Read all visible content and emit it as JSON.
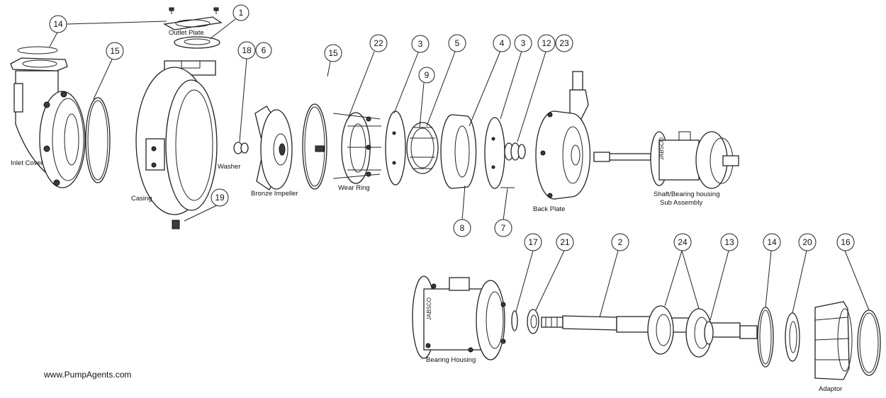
{
  "diagram": {
    "watermark": "www.PumpAgents.com",
    "labels": {
      "outlet_plate": "Outlet Plate",
      "inlet_cover": "Inlet Cover",
      "casing": "Casing",
      "washer": "Washer",
      "bronze_impeller": "Bronze Impeller",
      "wear_ring": "Wear Ring",
      "back_plate": "Back Plate",
      "shaft_housing_line1": "Shaft/Bearing housing",
      "shaft_housing_line2": "Sub Assembly",
      "bearing_housing": "Bearing Housing",
      "adaptor": "Adaptor",
      "brand": "JABSCO"
    },
    "callouts": {
      "c14a": "14",
      "c1": "1",
      "c15a": "15",
      "c18": "18",
      "c6": "6",
      "c15b": "15",
      "c22": "22",
      "c3a": "3",
      "c5": "5",
      "c9": "9",
      "c4": "4",
      "c3b": "3",
      "c12": "12",
      "c23": "23",
      "c19": "19",
      "c8": "8",
      "c7": "7",
      "c17": "17",
      "c21": "21",
      "c2": "2",
      "c24": "24",
      "c13": "13",
      "c14b": "14",
      "c20": "20",
      "c16": "16"
    }
  }
}
